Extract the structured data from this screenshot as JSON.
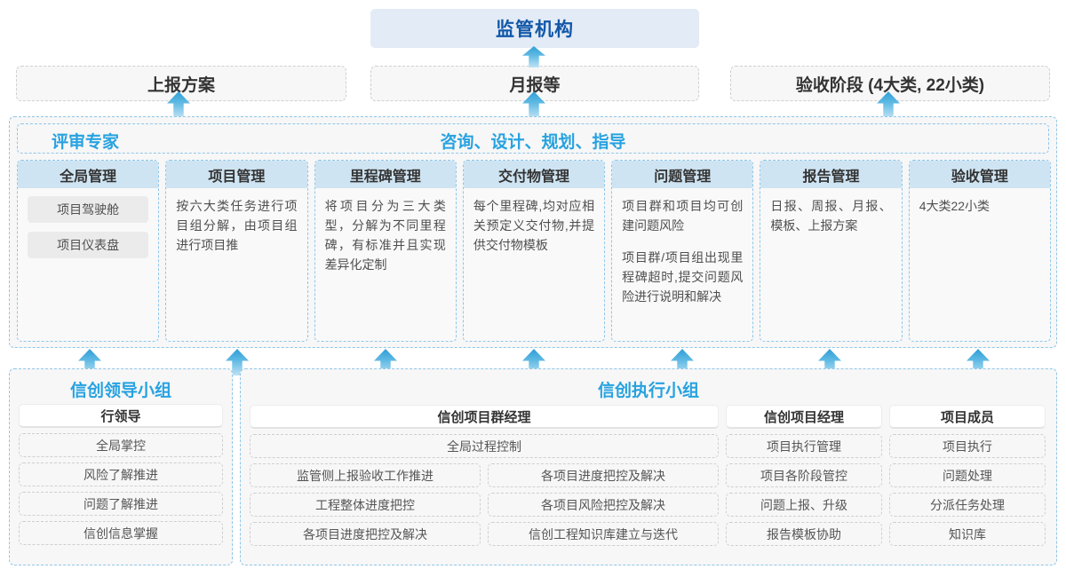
{
  "top": {
    "authority": "监管机构",
    "deliverables": [
      "上报方案",
      "月报等",
      "验收阶段 (4大类, 22小类)"
    ]
  },
  "middle": {
    "role_label": "评审专家",
    "service_label": "咨询、设计、规划、指导",
    "modules": [
      {
        "title": "全局管理",
        "chips": [
          "项目驾驶舱",
          "项目仪表盘"
        ],
        "paragraphs": []
      },
      {
        "title": "项目管理",
        "chips": [],
        "paragraphs": [
          "按六大类任务进行项目组分解，由项目组进行项目推"
        ]
      },
      {
        "title": "里程碑管理",
        "chips": [],
        "paragraphs": [
          "将项目分为三大类型，分解为不同里程碑，有标准并且实现差异化定制"
        ]
      },
      {
        "title": "交付物管理",
        "chips": [],
        "paragraphs": [
          "每个里程碑,均对应相关预定义交付物,并提供交付物模板"
        ]
      },
      {
        "title": "问题管理",
        "chips": [],
        "paragraphs": [
          "项目群和项目均可创建问题风险",
          "项目群/项目组出现里程碑超时,提交问题风险进行说明和解决"
        ]
      },
      {
        "title": "报告管理",
        "chips": [],
        "paragraphs": [
          "日报、周报、月报、模板、上报方案"
        ]
      },
      {
        "title": "验收管理",
        "chips": [],
        "paragraphs": [
          "4大类22小类"
        ]
      }
    ]
  },
  "bottom": {
    "left_team": {
      "title": "信创领导小组",
      "role": "行领导",
      "duties": [
        "全局掌控",
        "风险了解推进",
        "问题了解推进",
        "信创信息掌握"
      ]
    },
    "right_team": {
      "title": "信创执行小组",
      "groups": [
        {
          "role": "信创项目群经理",
          "full_width_duty": "全局过程控制",
          "duty_pairs": [
            [
              "监管侧上报验收工作推进",
              "各项目进度把控及解决"
            ],
            [
              "工程整体进度把控",
              "各项目风险把控及解决"
            ],
            [
              "各项目进度把控及解决",
              "信创工程知识库建立与迭代"
            ]
          ]
        },
        {
          "role": "信创项目经理",
          "duties": [
            "项目执行管理",
            "项目各阶段管控",
            "问题上报、升级",
            "报告模板协助"
          ]
        },
        {
          "role": "项目成员",
          "duties": [
            "项目执行",
            "问题处理",
            "分派任务处理",
            "知识库"
          ]
        }
      ]
    }
  },
  "arrows": {
    "row1_x": [
      201,
      601,
      1000
    ],
    "row2_x": [
      100,
      267,
      434,
      601,
      768,
      934,
      1101
    ]
  },
  "colors": {
    "accent": "#27a2e0",
    "authority_text": "#1258a8",
    "authority_bg": "#e3ebf6",
    "module_header_bg": "#cfe4f2",
    "dashed_blue": "#8ec6ea",
    "dashed_gray": "#cfcfcf"
  }
}
